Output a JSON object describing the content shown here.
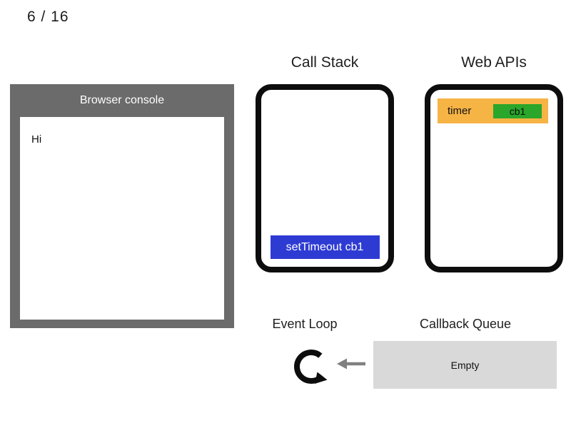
{
  "slide": {
    "counter": "6 / 16"
  },
  "console": {
    "title": "Browser console",
    "lines": [
      "Hi"
    ]
  },
  "call_stack": {
    "title": "Call Stack",
    "frames": [
      "setTimeout cb1"
    ]
  },
  "web_apis": {
    "title": "Web APIs",
    "items": [
      {
        "label": "timer",
        "callback": "cb1"
      }
    ]
  },
  "event_loop": {
    "title": "Event Loop"
  },
  "callback_queue": {
    "title": "Callback Queue",
    "empty_label": "Empty"
  },
  "icons": {
    "loop": "clockwise-loop-arrow-icon",
    "arrow": "left-arrow-icon"
  },
  "colors": {
    "accent_blue": "#2e3bd3",
    "accent_orange": "#f6b445",
    "accent_green": "#2aa62a",
    "console_gray": "#6b6b6b",
    "queue_gray": "#d9d9d9",
    "arrow_gray": "#808080",
    "frame_black": "#0d0d0d"
  }
}
